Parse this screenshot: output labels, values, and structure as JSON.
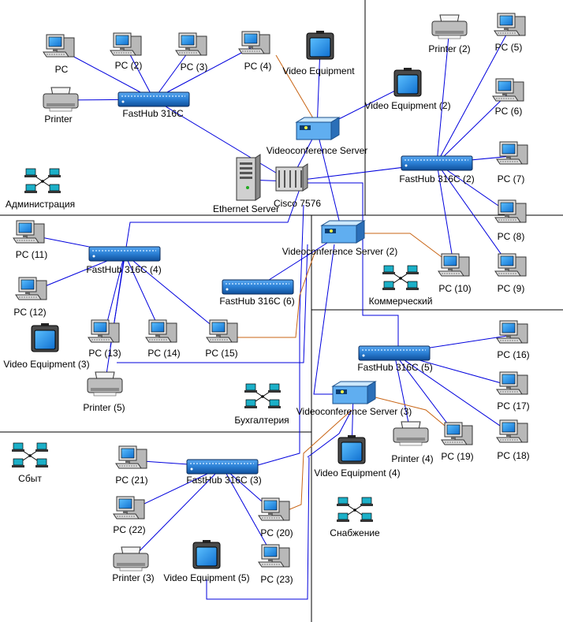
{
  "colors": {
    "lan_link": "#0000dd",
    "video_link": "#c86414",
    "zone_border": "#000000",
    "background": "#ffffff",
    "hub_body": "#2a7fd4",
    "monitor_screen": "#1c8ae6"
  },
  "zones": [
    {
      "key": "admin",
      "label": "Администрация"
    },
    {
      "key": "commercial",
      "label": "Коммерческий"
    },
    {
      "key": "accounting",
      "label": "Бухгалтерия"
    },
    {
      "key": "sales",
      "label": "Сбыт"
    },
    {
      "key": "supply",
      "label": "Снабжение"
    }
  ],
  "devices": [
    {
      "id": "pc1",
      "type": "pc",
      "label": "PC"
    },
    {
      "id": "pc2",
      "type": "pc",
      "label": "PC (2)"
    },
    {
      "id": "pc3",
      "type": "pc",
      "label": "PC (3)"
    },
    {
      "id": "pc4",
      "type": "pc",
      "label": "PC (4)"
    },
    {
      "id": "ve1",
      "type": "video",
      "label": "Video Equipment"
    },
    {
      "id": "pr1",
      "type": "printer",
      "label": "Printer"
    },
    {
      "id": "hub1",
      "type": "hub",
      "label": "FastHub 316C"
    },
    {
      "id": "ve2",
      "type": "video",
      "label": "Video Equipment (2)"
    },
    {
      "id": "vcs1",
      "type": "vcs",
      "label": "Videoconference Server"
    },
    {
      "id": "es",
      "type": "server",
      "label": "Ethernet Server"
    },
    {
      "id": "cisco",
      "type": "router",
      "label": "Cisco 7576"
    },
    {
      "id": "pr2",
      "type": "printer",
      "label": "Printer (2)"
    },
    {
      "id": "pc5",
      "type": "pc",
      "label": "PC (5)"
    },
    {
      "id": "pc6",
      "type": "pc",
      "label": "PC (6)"
    },
    {
      "id": "hub2",
      "type": "hub",
      "label": "FastHub 316C (2)"
    },
    {
      "id": "pc7",
      "type": "pc",
      "label": "PC (7)"
    },
    {
      "id": "pc8",
      "type": "pc",
      "label": "PC (8)"
    },
    {
      "id": "pc9",
      "type": "pc",
      "label": "PC (9)"
    },
    {
      "id": "pc10",
      "type": "pc",
      "label": "PC (10)"
    },
    {
      "id": "vcs2",
      "type": "vcs",
      "label": "Videoconference Server (2)"
    },
    {
      "id": "pc11",
      "type": "pc",
      "label": "PC (11)"
    },
    {
      "id": "hub4",
      "type": "hub",
      "label": "FastHub 316C (4)"
    },
    {
      "id": "pc12",
      "type": "pc",
      "label": "PC (12)"
    },
    {
      "id": "hub6",
      "type": "hub",
      "label": "FastHub 316C (6)"
    },
    {
      "id": "ve3",
      "type": "video",
      "label": "Video Equipment (3)"
    },
    {
      "id": "pc13",
      "type": "pc",
      "label": "PC (13)"
    },
    {
      "id": "pc14",
      "type": "pc",
      "label": "PC (14)"
    },
    {
      "id": "pc15",
      "type": "pc",
      "label": "PC (15)"
    },
    {
      "id": "pr5",
      "type": "printer",
      "label": "Printer (5)"
    },
    {
      "id": "pc16",
      "type": "pc",
      "label": "PC (16)"
    },
    {
      "id": "hub5",
      "type": "hub",
      "label": "FastHub 316C (5)"
    },
    {
      "id": "pc17",
      "type": "pc",
      "label": "PC (17)"
    },
    {
      "id": "vcs3",
      "type": "vcs",
      "label": "Videoconference Server (3)"
    },
    {
      "id": "pr4",
      "type": "printer",
      "label": "Printer (4)"
    },
    {
      "id": "pc19",
      "type": "pc",
      "label": "PC (19)"
    },
    {
      "id": "pc18",
      "type": "pc",
      "label": "PC (18)"
    },
    {
      "id": "ve4",
      "type": "video",
      "label": "Video Equipment (4)"
    },
    {
      "id": "pc21",
      "type": "pc",
      "label": "PC (21)"
    },
    {
      "id": "hub3",
      "type": "hub",
      "label": "FastHub 316C (3)"
    },
    {
      "id": "pc22",
      "type": "pc",
      "label": "PC (22)"
    },
    {
      "id": "pc20",
      "type": "pc",
      "label": "PC (20)"
    },
    {
      "id": "pr3",
      "type": "printer",
      "label": "Printer (3)"
    },
    {
      "id": "ve5",
      "type": "video",
      "label": "Video Equipment (5)"
    },
    {
      "id": "pc23",
      "type": "pc",
      "label": "PC (23)"
    }
  ]
}
